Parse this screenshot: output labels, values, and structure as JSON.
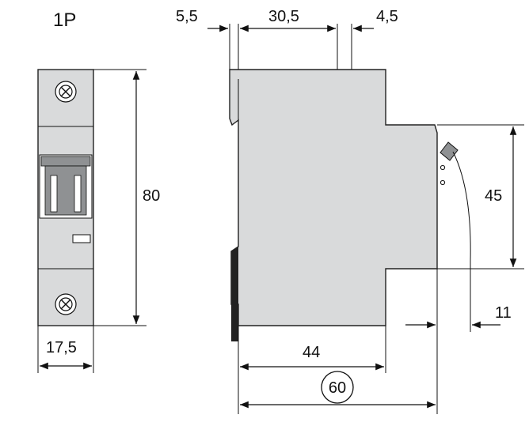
{
  "title": "1P",
  "front_view": {
    "height_label": "80",
    "width_label": "17,5"
  },
  "side_view": {
    "top_left_label": "5,5",
    "top_middle_label": "30,5",
    "top_right_label": "4,5",
    "right_height_label": "45",
    "right_offset_label": "11",
    "bottom_inner_label": "44",
    "bottom_total_label": "60"
  },
  "colors": {
    "body": "#d9dadb",
    "handle": "#8f9193",
    "outline": "#222222"
  }
}
